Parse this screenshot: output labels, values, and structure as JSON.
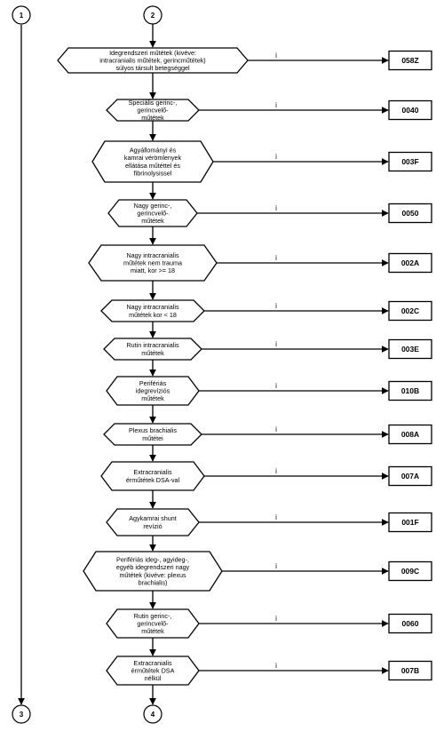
{
  "connectors": {
    "top_left": "1",
    "top_right": "2",
    "bottom_left": "3",
    "bottom_right": "4"
  },
  "decisions": [
    {
      "lines": [
        "Idegrendszeri műtétek (kivéve:",
        "intracranialis műtétek, gerincműtétek)",
        "súlyos társult betegséggel"
      ],
      "branch": "i",
      "code": "058Z"
    },
    {
      "lines": [
        "Speciális gerinc-,",
        "gerincvelő-",
        "műtétek"
      ],
      "branch": "i",
      "code": "0040"
    },
    {
      "lines": [
        "Agyállományi és",
        "kamrai vérömlenyek",
        "ellátása műtéttel és",
        "fibrinolysissel"
      ],
      "branch": "i",
      "code": "003F"
    },
    {
      "lines": [
        "Nagy gerinc-,",
        "gerincvelő-",
        "műtétek"
      ],
      "branch": "i",
      "code": "0050"
    },
    {
      "lines": [
        "Nagy intracranialis",
        "műtétek nem trauma",
        "miatt, kor >= 18"
      ],
      "branch": "i",
      "code": "002A"
    },
    {
      "lines": [
        "Nagy intracranialis",
        "műtétek kor < 18"
      ],
      "branch": "i",
      "code": "002C"
    },
    {
      "lines": [
        "Rutin intracranialis",
        "műtétek"
      ],
      "branch": "i",
      "code": "003E"
    },
    {
      "lines": [
        "Perifériás",
        "idegrevíziós",
        "műtétek"
      ],
      "branch": "i",
      "code": "010B"
    },
    {
      "lines": [
        "Plexus brachialis",
        "műtétei"
      ],
      "branch": "i",
      "code": "008A"
    },
    {
      "lines": [
        "Extracranialis",
        "érműtétek DSA-val"
      ],
      "branch": "i",
      "code": "007A"
    },
    {
      "lines": [
        "Agykamrai shunt",
        "revízió"
      ],
      "branch": "i",
      "code": "001F"
    },
    {
      "lines": [
        "Perifériás ideg-, agyideg-,",
        "egyéb idegrendszeri nagy",
        "műtétek (kivéve: plexus",
        "brachialis)"
      ],
      "branch": "i",
      "code": "009C"
    },
    {
      "lines": [
        "Rutin gerinc-,",
        "gerincvelő-",
        "műtétek"
      ],
      "branch": "i",
      "code": "0060"
    },
    {
      "lines": [
        "Extracranialis",
        "érműtétek DSA",
        "nélkül"
      ],
      "branch": "i",
      "code": "007B"
    }
  ]
}
